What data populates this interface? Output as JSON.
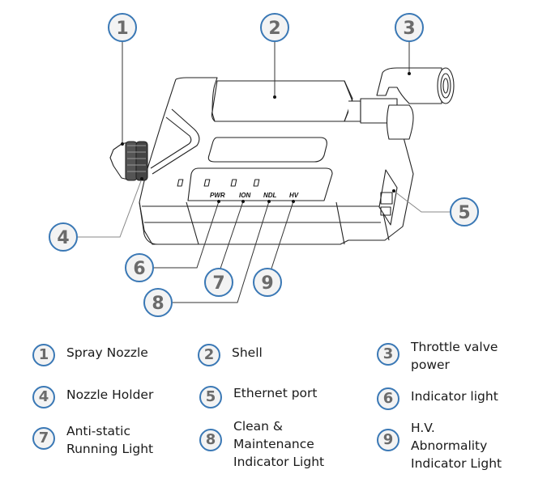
{
  "diagram": {
    "title": "Ionizing nozzle device — labeled parts",
    "callouts": [
      "1",
      "2",
      "3",
      "4",
      "5",
      "6",
      "7",
      "8",
      "9"
    ],
    "panel_labels": [
      "PWR",
      "ION",
      "NDL",
      "HV"
    ],
    "colors": {
      "badge_border": "#3a78b5",
      "badge_fill": "#f3f3f3",
      "badge_text": "#6b6b6b",
      "line": "#222222",
      "text": "#1a1a1a"
    }
  },
  "legend": [
    {
      "number": "1",
      "label": "Spray Nozzle"
    },
    {
      "number": "2",
      "label": "Shell"
    },
    {
      "number": "3",
      "label": "Throttle valve\npower"
    },
    {
      "number": "4",
      "label": "Nozzle Holder"
    },
    {
      "number": "5",
      "label": "Ethernet port"
    },
    {
      "number": "6",
      "label": "Indicator light"
    },
    {
      "number": "7",
      "label": "Anti-static\nRunning Light"
    },
    {
      "number": "8",
      "label": "Clean &\nMaintenance\nIndicator Light"
    },
    {
      "number": "9",
      "label": "H.V.\nAbnormality\nIndicator Light"
    }
  ]
}
